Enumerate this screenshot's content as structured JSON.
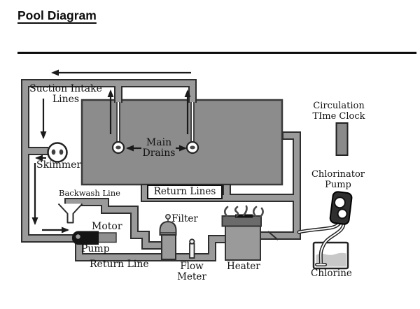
{
  "page": {
    "title": "Pool Diagram"
  },
  "labels": {
    "suction_intake_line1": "Suction Intake",
    "suction_intake_line2": "Lines",
    "main_drains_line1": "Main",
    "main_drains_line2": "Drains",
    "skimmer": "Skimmer",
    "backwash_line": "Backwash Line",
    "motor": "Motor",
    "pump": "Pump",
    "return_line": "Return Line",
    "return_lines": "Return Lines",
    "filter": "Filter",
    "flow_meter_line1": "Flow",
    "flow_meter_line2": "Meter",
    "heater": "Heater",
    "circulation_line1": "Circulation",
    "circulation_line2": "TIme Clock",
    "chlorinator_line1": "Chlorinator",
    "chlorinator_line2": "Pump",
    "chlorine": "Chlorine"
  },
  "colors": {
    "pool_fill": "#8c8c8c",
    "pipe_fill": "#9a9a9a",
    "pipe_outline": "#2e2e2e",
    "heater_cap": "#6b6b6b",
    "pump_body": "#141414",
    "chlorine_liquid": "#c8c8c8",
    "text": "#121212"
  }
}
